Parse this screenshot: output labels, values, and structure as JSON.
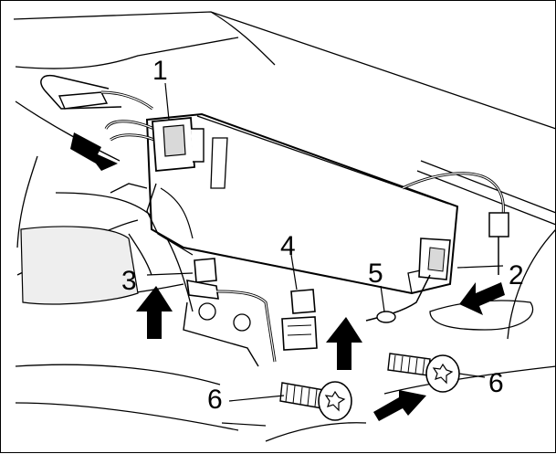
{
  "figure": {
    "callouts": [
      {
        "id": "c1",
        "text": "1"
      },
      {
        "id": "c2",
        "text": "2"
      },
      {
        "id": "c3",
        "text": "3"
      },
      {
        "id": "c4",
        "text": "4"
      },
      {
        "id": "c5",
        "text": "5"
      },
      {
        "id": "c6a",
        "text": "6"
      },
      {
        "id": "c6b",
        "text": "6"
      },
      {
        "id": "c6c",
        "text": "6"
      }
    ],
    "colors": {
      "line": "#000000",
      "shade": "#d9d9d9",
      "arrow": "#000000",
      "background": "#ffffff"
    },
    "icons": [
      "connector-plug",
      "antenna-module",
      "cable-clip",
      "torx-screw",
      "direction-arrow"
    ]
  }
}
